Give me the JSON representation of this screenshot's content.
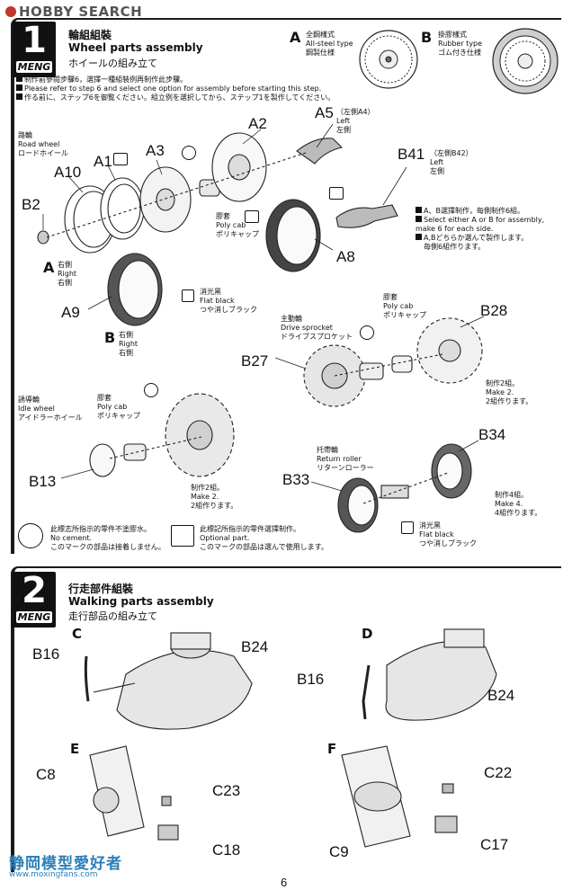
{
  "watermark": {
    "top": "HOBBY SEARCH",
    "bottom": "静岡模型愛好者",
    "url": "www.moxingfans.com"
  },
  "brand": "MENG",
  "page_number": "6",
  "step1": {
    "number": "1",
    "title_zh": "輪組組裝",
    "title_en": "Wheel parts assembly",
    "title_jp": "ホイールの組み立て",
    "note_zh": "制作前參閱步驟6，選擇一種組裝例再制作此步驟。",
    "note_en": "Please refer to step 6 and select one option for assembly before starting this step.",
    "note_jp": "作る前に、ステップ6を御覧ください。組立例を選択してから、ステップ1を製作してください。",
    "option_a": {
      "letter": "A",
      "zh": "全鋼樣式",
      "en": "All-steel type",
      "jp": "鋼製仕様"
    },
    "option_b": {
      "letter": "B",
      "zh": "掛膠樣式",
      "en": "Rubber type",
      "jp": "ゴム付き仕様"
    },
    "road_wheel": {
      "zh": "路輪",
      "en": "Road wheel",
      "jp": "ロードホイール"
    },
    "left_a4": {
      "code": "A5",
      "paren": "（左側A4）",
      "en": "Left",
      "jp": "左側"
    },
    "left_b42": {
      "code": "B41",
      "paren": "（左側B42）",
      "en": "Left",
      "jp": "左側"
    },
    "select_note": {
      "zh": "A、B選擇制作，每側制作6組。",
      "en": "Select either A or B for assembly, make 6 for each side.",
      "jp": "A,Bどちらか選んで製作します。",
      "jp2": "毎側6組作ります。"
    },
    "poly_cab": {
      "zh": "膠套",
      "en": "Poly cab",
      "jp": "ポリキャップ"
    },
    "right_a": {
      "letter": "A",
      "zh": "右側",
      "en": "Right",
      "jp": "右側"
    },
    "right_b": {
      "letter": "B",
      "zh": "右側",
      "en": "Right",
      "jp": "右側"
    },
    "flat_black": {
      "zh": "消光黑",
      "en": "Flat black",
      "jp": "つや消しブラック"
    },
    "drive_sprocket": {
      "zh": "主動輪",
      "en": "Drive sprocket",
      "jp": "ドライブスプロケット"
    },
    "make2": {
      "zh": "制作2組。",
      "en": "Make 2.",
      "jp": "2組作ります。"
    },
    "idle_wheel": {
      "zh": "誘導輪",
      "en": "Idle wheel",
      "jp": "アイドラーホイール"
    },
    "return_roller": {
      "zh": "托帶輪",
      "en": "Return roller",
      "jp": "リターンローラー"
    },
    "make4": {
      "zh": "制作4組。",
      "en": "Make 4.",
      "jp": "4組作ります。"
    },
    "no_cement": {
      "zh": "此標志所指示的零件不塗膠水。",
      "en": "No cement.",
      "jp": "このマークの部品は接着しません。"
    },
    "optional": {
      "zh": "此標記所指示的零件選擇制作。",
      "en": "Optional part.",
      "jp": "このマークの部品は選んで使用します。"
    },
    "parts": {
      "A2": "A2",
      "A5": "A5",
      "A1": "A1",
      "A3": "A3",
      "A10": "A10",
      "B2": "B2",
      "B41": "B41",
      "A8": "A8",
      "A9": "A9",
      "B28": "B28",
      "B27": "B27",
      "B13": "B13",
      "B34": "B34",
      "B33": "B33"
    }
  },
  "step2": {
    "number": "2",
    "title_zh": "行走部件組裝",
    "title_en": "Walking parts assembly",
    "title_jp": "走行部品の組み立て",
    "sub": {
      "C": "C",
      "D": "D",
      "E": "E",
      "F": "F"
    },
    "parts": {
      "B16a": "B16",
      "B24a": "B24",
      "B16b": "B16",
      "B24b": "B24",
      "C8": "C8",
      "C23": "C23",
      "C18": "C18",
      "C22": "C22",
      "C9": "C9",
      "C17": "C17"
    }
  }
}
